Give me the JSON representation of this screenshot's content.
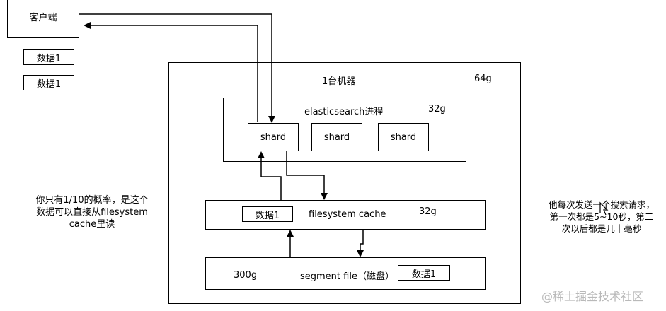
{
  "client": {
    "label": "客户端"
  },
  "client_data": [
    "数据1",
    "数据1"
  ],
  "machine": {
    "label": "1台机器",
    "memory": "64g"
  },
  "es_process": {
    "label": "elasticsearch进程",
    "memory": "32g"
  },
  "shards": [
    "shard",
    "shard",
    "shard"
  ],
  "fs_cache": {
    "data_label": "数据1",
    "label": "filesystem cache",
    "memory": "32g"
  },
  "segment": {
    "size": "300g",
    "label": "segment file（磁盘）",
    "data_label": "数据1"
  },
  "left_note": [
    "你只有1/10的概率，是这个",
    "数据可以直接从filesystem",
    "cache里读"
  ],
  "right_note": [
    "他每次发送一个搜索请求，",
    "第一次都是5~10秒，第二",
    "次以后都是几十毫秒"
  ],
  "watermark": "@稀土掘金技术社区"
}
